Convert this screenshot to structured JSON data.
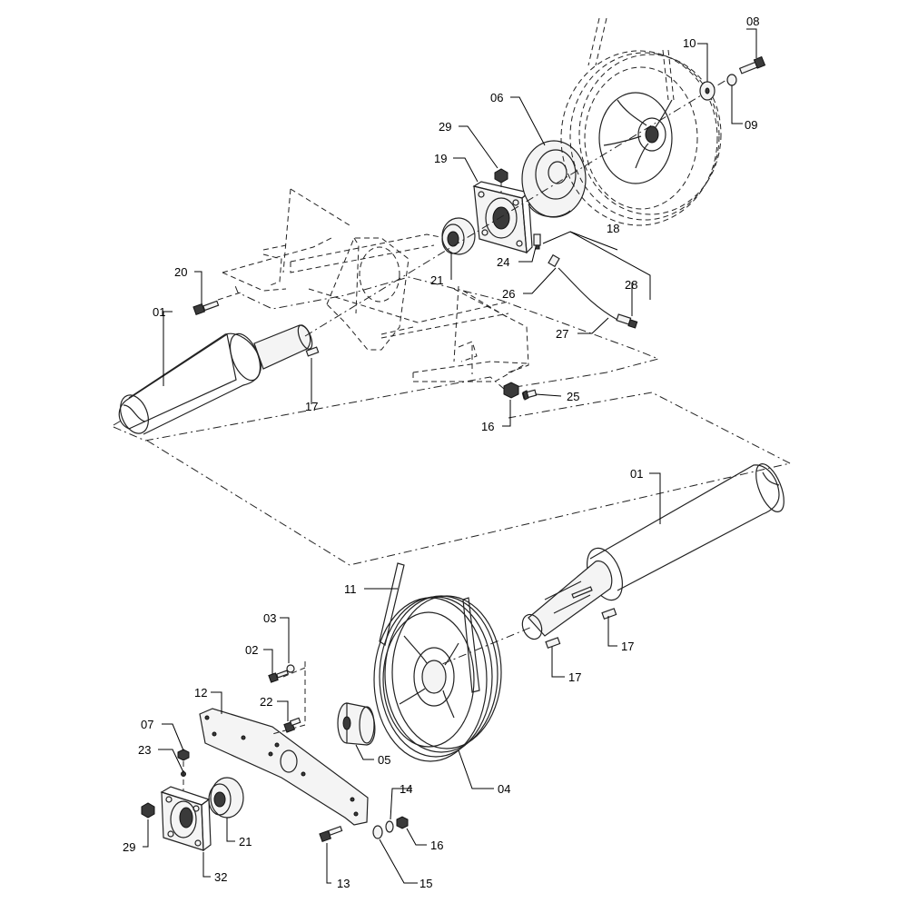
{
  "labels": {
    "p01_upper": "01",
    "p01_lower": "01",
    "p02": "02",
    "p03": "03",
    "p04": "04",
    "p05": "05",
    "p06": "06",
    "p07": "07",
    "p08": "08",
    "p09": "09",
    "p10": "10",
    "p11": "11",
    "p12": "12",
    "p13": "13",
    "p14": "14",
    "p15": "15",
    "p16_upper": "16",
    "p16_lower": "16",
    "p17_upper": "17",
    "p17_lower_a": "17",
    "p17_lower_b": "17",
    "p18": "18",
    "p19": "19",
    "p20": "20",
    "p21_upper": "21",
    "p21_lower": "21",
    "p22": "22",
    "p23": "23",
    "p24": "24",
    "p25": "25",
    "p26": "26",
    "p27": "27",
    "p28": "28",
    "p29_upper": "29",
    "p29_lower": "29",
    "p32": "32"
  }
}
